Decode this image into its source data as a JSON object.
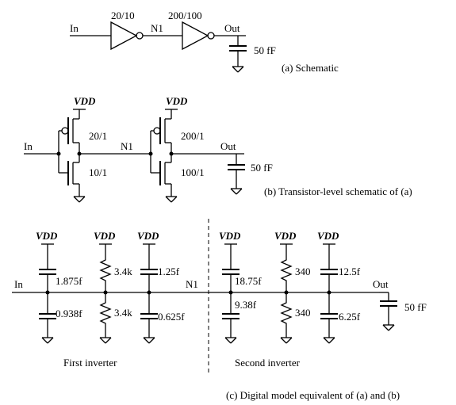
{
  "schematic": {
    "in_label": "In",
    "inv1_size": "20/10",
    "node_label": "N1",
    "inv2_size": "200/100",
    "out_label": "Out",
    "load_cap": "50 fF",
    "caption": "(a) Schematic"
  },
  "transistor": {
    "vdd1": "VDD",
    "vdd2": "VDD",
    "in_label": "In",
    "p1_size": "20/1",
    "n1_size": "10/1",
    "node_label": "N1",
    "p2_size": "200/1",
    "n2_size": "100/1",
    "out_label": "Out",
    "load_cap": "50 fF",
    "caption": "(b) Transistor-level schematic of (a)"
  },
  "model": {
    "vdd_labels": [
      "VDD",
      "VDD",
      "VDD",
      "VDD",
      "VDD",
      "VDD"
    ],
    "in_label": "In",
    "c_in_up": "1.875f",
    "c_in_down": "0.938f",
    "r1_up": "3.4k",
    "r1_down": "3.4k",
    "c1_out_up": "1.25f",
    "c1_out_down": "0.625f",
    "node_label": "N1",
    "c2_in_up": "18.75f",
    "c2_in_down": "9.38f",
    "r2_up": "340",
    "r2_down": "340",
    "c2_out_up": "12.5f",
    "c2_out_down": "6.25f",
    "out_label": "Out",
    "load_cap": "50 fF",
    "first_label": "First inverter",
    "second_label": "Second inverter",
    "caption": "(c) Digital model equivalent of (a) and (b)"
  }
}
